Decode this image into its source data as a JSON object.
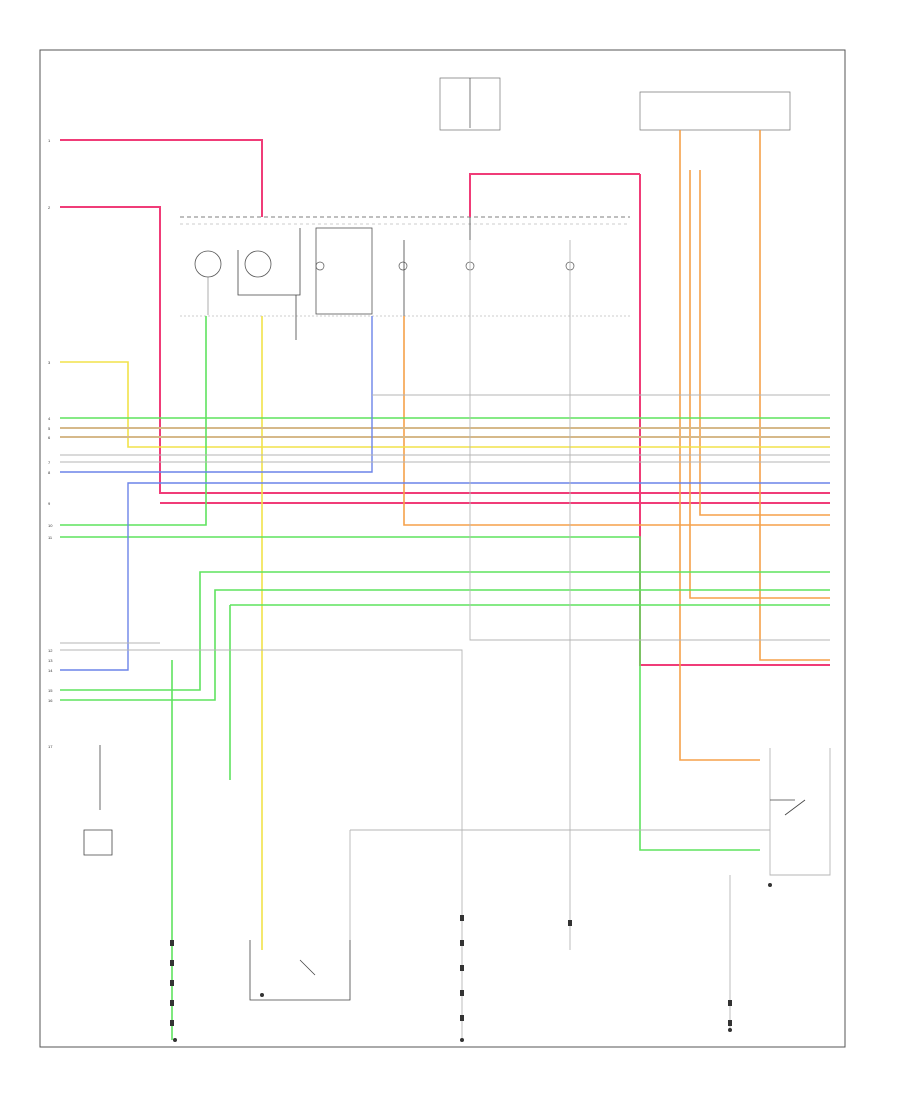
{
  "diagram": {
    "left_pins": [
      "1",
      "2",
      "3",
      "4",
      "5",
      "6",
      "7",
      "8",
      "9",
      "10",
      "11",
      "12",
      "13",
      "14",
      "15",
      "16",
      "17"
    ],
    "colors": {
      "pink": "#f03c78",
      "yellow": "#f2e24a",
      "orange": "#f5a14a",
      "green": "#5fe35f",
      "blue": "#6c84e8",
      "tan": "#d6b98a",
      "gray": "#b5b5b5",
      "black": "#333333"
    }
  }
}
